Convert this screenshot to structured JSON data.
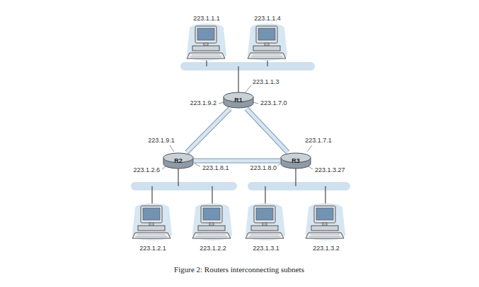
{
  "diagram": {
    "caption": "Figure 2: Routers interconnecting subnets",
    "nodes": [
      {
        "text": [
          "R1"
        ]
      },
      {
        "text": [
          "R2"
        ]
      },
      {
        "text": [
          "R3"
        ]
      }
    ],
    "edges": [
      {
        "from": 0,
        "to": 1,
        "arrow": "none"
      },
      {
        "from": 0,
        "to": 2,
        "arrow": "none"
      },
      {
        "from": 1,
        "to": 2,
        "arrow": "none"
      }
    ],
    "labels": [
      "223.1.1.1",
      "223.1.1.4",
      "223.1.1.3",
      "223.1.9.2",
      "223.1.7.0",
      "223.1.9.1",
      "223.1.7.1",
      "223.1.2.6",
      "223.1.8.1",
      "223.1.8.0",
      "223.1.3.27",
      "223.1.2.1",
      "223.1.2.2",
      "223.1.3.1",
      "223.1.3.2"
    ]
  }
}
